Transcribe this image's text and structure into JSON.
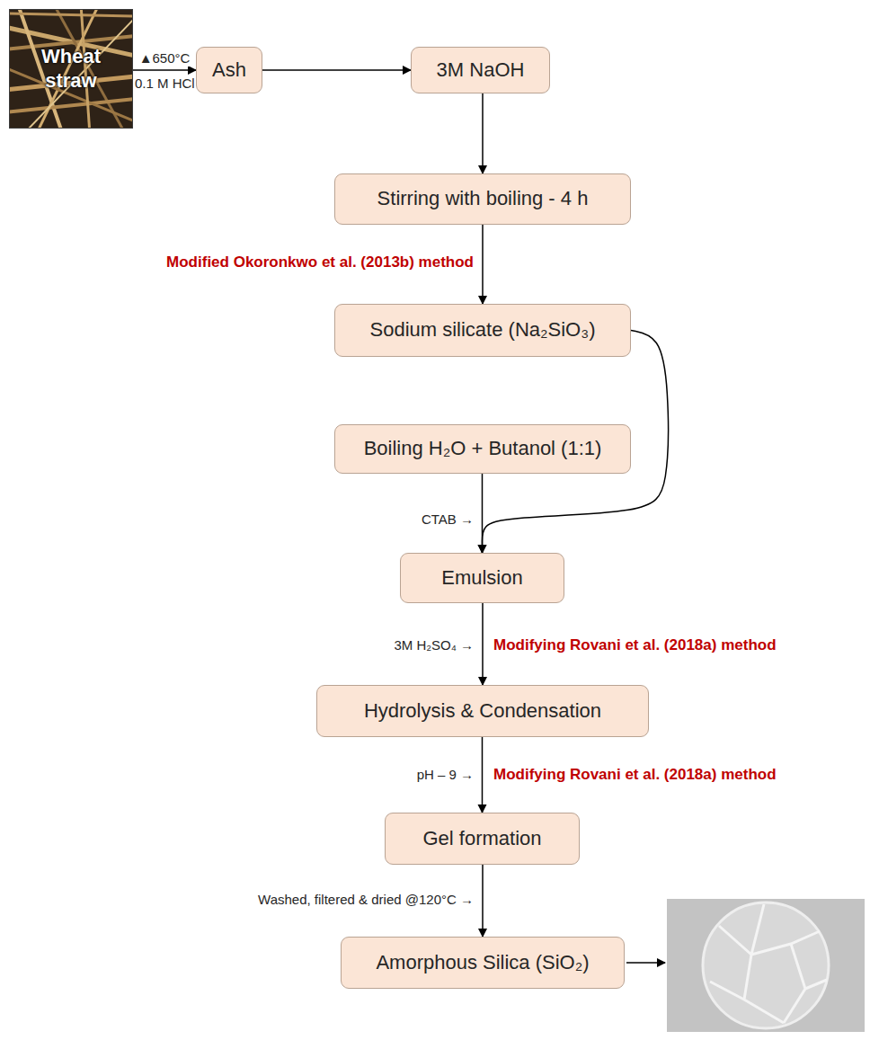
{
  "diagram": {
    "nodes": [
      {
        "text": [
          "Wheat straw"
        ]
      },
      {
        "text": [
          "Ash"
        ]
      },
      {
        "text": [
          "3M NaOH"
        ]
      },
      {
        "text": [
          "Stirring with boiling - 4 h"
        ]
      },
      {
        "text": [
          "Sodium silicate (Na₂SiO₃)"
        ]
      },
      {
        "text": [
          "Boiling H₂O + Butanol (1:1)"
        ]
      },
      {
        "text": [
          "Emulsion"
        ]
      },
      {
        "text": [
          "Hydrolysis & Condensation"
        ]
      },
      {
        "text": [
          "Gel formation"
        ]
      },
      {
        "text": [
          "Amorphous Silica (SiO₂)"
        ]
      }
    ],
    "edges": [
      {
        "from": 0,
        "to": 1,
        "label": "▲650°C",
        "arrow": "to"
      },
      {
        "from": 1,
        "to": 2,
        "arrow": "to"
      },
      {
        "from": 2,
        "to": 3,
        "arrow": "to"
      },
      {
        "from": 3,
        "to": 4,
        "arrow": "to"
      },
      {
        "from": 4,
        "to": 6,
        "arrow": "to"
      },
      {
        "from": 5,
        "to": 6,
        "arrow": "to"
      },
      {
        "from": 6,
        "to": 7,
        "arrow": "to"
      },
      {
        "from": 7,
        "to": 8,
        "arrow": "to"
      },
      {
        "from": 8,
        "to": 9,
        "arrow": "to"
      }
    ],
    "labels": [
      "0.1 M HCl",
      "Modified Okoronkwo et al. (2013b) method",
      "CTAB →",
      "3M H₂SO₄ →",
      "Modifying Rovani et al. (2018a) method",
      "pH – 9 →",
      "Modifying Rovani et al. (2018a) method",
      "Washed, filtered & dried @120°C →"
    ]
  }
}
